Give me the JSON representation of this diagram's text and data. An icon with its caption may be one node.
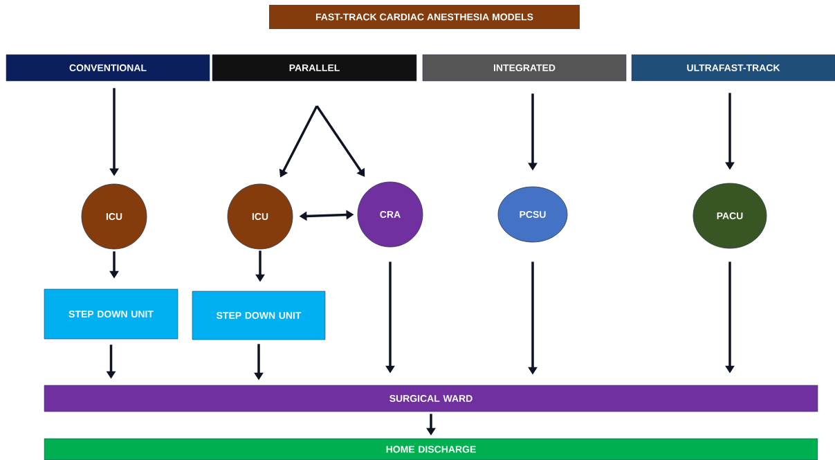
{
  "diagram": {
    "title": "FAST-TRACK CARDIAC ANESTHESIA MODELS",
    "nodes": [
      {
        "text": [
          "CONVENTIONAL"
        ]
      },
      {
        "text": [
          "PARALLEL"
        ]
      },
      {
        "text": [
          "INTEGRATED"
        ]
      },
      {
        "text": [
          "ULTRAFAST-TRACK"
        ]
      },
      {
        "text": [
          "ICU"
        ]
      },
      {
        "text": [
          "ICU"
        ]
      },
      {
        "text": [
          "CRA"
        ]
      },
      {
        "text": [
          "PCSU"
        ]
      },
      {
        "text": [
          "PACU"
        ]
      },
      {
        "text": [
          "STEP DOWN UNIT"
        ]
      },
      {
        "text": [
          "STEP DOWN UNIT"
        ]
      },
      {
        "text": [
          "SURGICAL WARD"
        ]
      },
      {
        "text": [
          "HOME DISCHARGE"
        ]
      }
    ],
    "edges": [
      {
        "from": 0,
        "to": 4,
        "arrow": "to"
      },
      {
        "from": 1,
        "to": 5,
        "arrow": "to"
      },
      {
        "from": 1,
        "to": 6,
        "arrow": "to"
      },
      {
        "from": 2,
        "to": 7,
        "arrow": "to"
      },
      {
        "from": 3,
        "to": 8,
        "arrow": "to"
      },
      {
        "from": 5,
        "to": 6,
        "arrow": "both"
      },
      {
        "from": 4,
        "to": 9,
        "arrow": "to"
      },
      {
        "from": 5,
        "to": 10,
        "arrow": "to"
      },
      {
        "from": 9,
        "to": 11,
        "arrow": "to"
      },
      {
        "from": 10,
        "to": 11,
        "arrow": "to"
      },
      {
        "from": 6,
        "to": 11,
        "arrow": "to"
      },
      {
        "from": 7,
        "to": 11,
        "arrow": "to"
      },
      {
        "from": 8,
        "to": 11,
        "arrow": "to"
      },
      {
        "from": 11,
        "to": 12,
        "arrow": "to"
      }
    ]
  }
}
